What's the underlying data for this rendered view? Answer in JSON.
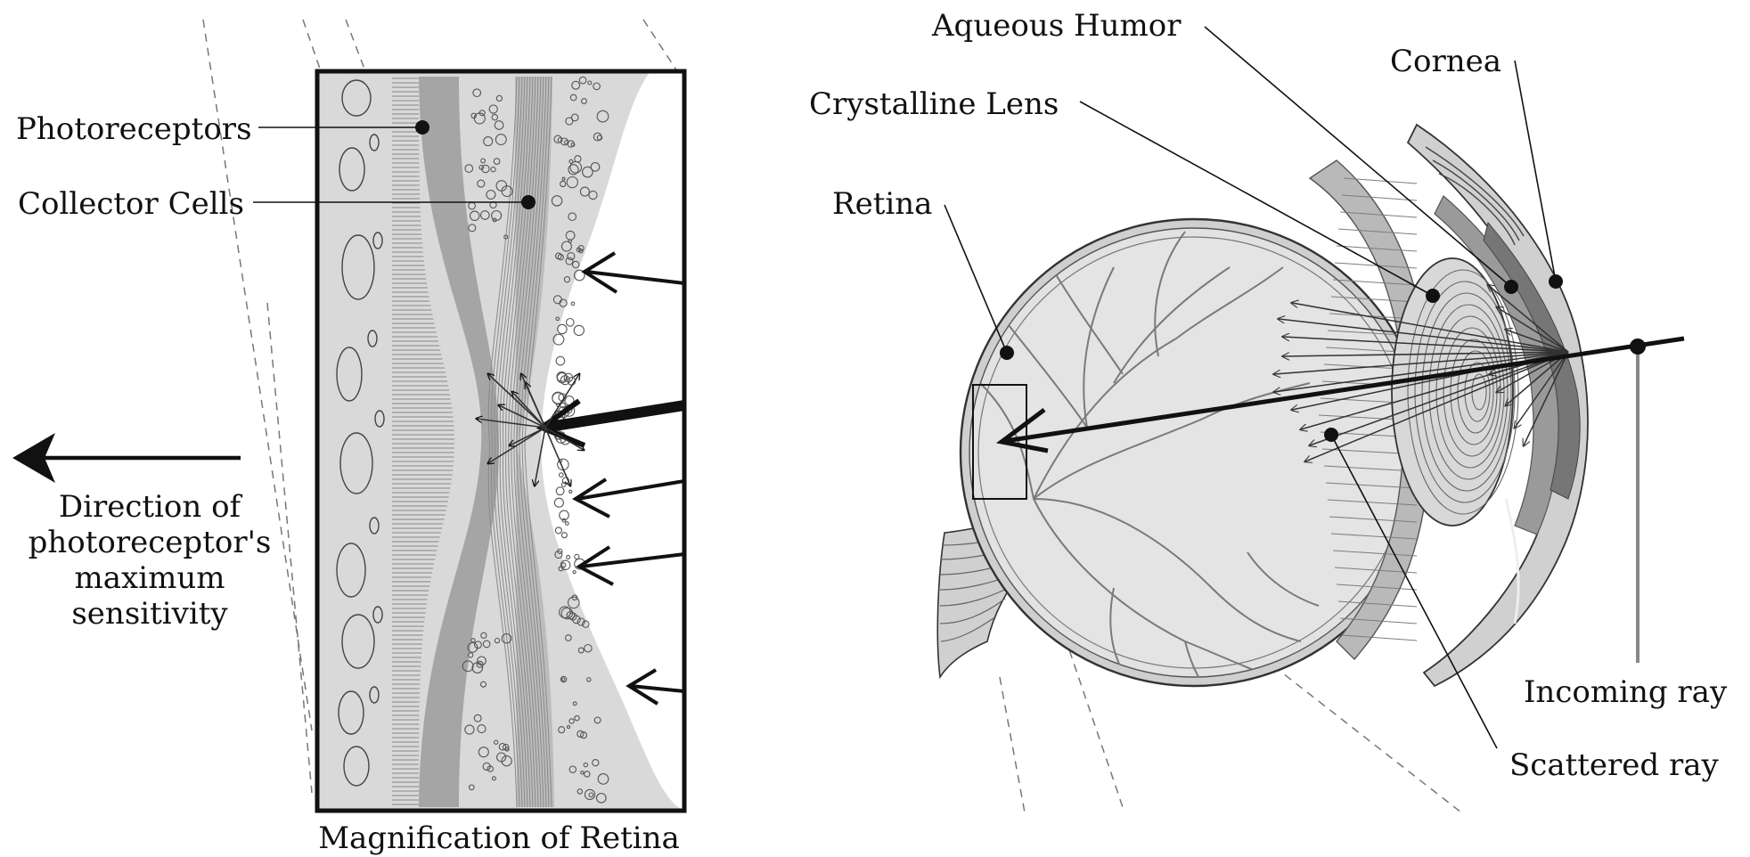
{
  "labels": {
    "photoreceptors": "Photoreceptors",
    "collector_cells": "Collector Cells",
    "direction": [
      "Direction of",
      "photoreceptor's",
      "maximum",
      "sensitivity"
    ],
    "magnification": "Magnification of Retina",
    "aqueous_humor": "Aqueous Humor",
    "cornea": "Cornea",
    "crystalline_lens": "Crystalline Lens",
    "retina": "Retina",
    "incoming_ray": "Incoming ray",
    "scattered_ray": "Scattered ray"
  },
  "colors": {
    "ink": "#111111",
    "tissue_light": "#d9d9d9",
    "tissue_mid": "#b5b5b5",
    "tissue_dark": "#8e8e8e",
    "background": "#ffffff"
  }
}
